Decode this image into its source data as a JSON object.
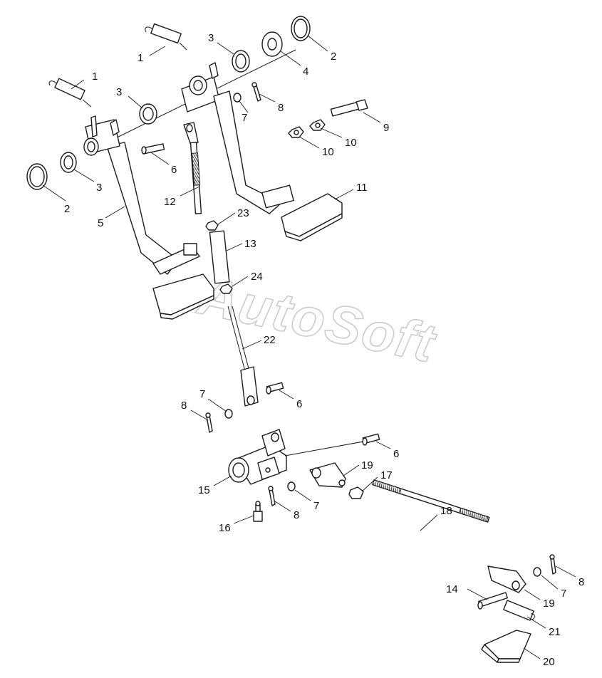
{
  "watermark": "AutoSoft",
  "callouts": [
    {
      "id": "c1a",
      "label": "1"
    },
    {
      "id": "c1b",
      "label": "1"
    },
    {
      "id": "c2a",
      "label": "2"
    },
    {
      "id": "c2b",
      "label": "2"
    },
    {
      "id": "c3a",
      "label": "3"
    },
    {
      "id": "c3b",
      "label": "3"
    },
    {
      "id": "c3c",
      "label": "3"
    },
    {
      "id": "c4",
      "label": "4"
    },
    {
      "id": "c5",
      "label": "5"
    },
    {
      "id": "c6a",
      "label": "6"
    },
    {
      "id": "c6b",
      "label": "6"
    },
    {
      "id": "c6c",
      "label": "6"
    },
    {
      "id": "c7a",
      "label": "7"
    },
    {
      "id": "c7b",
      "label": "7"
    },
    {
      "id": "c7c",
      "label": "7"
    },
    {
      "id": "c7d",
      "label": "7"
    },
    {
      "id": "c8a",
      "label": "8"
    },
    {
      "id": "c8b",
      "label": "8"
    },
    {
      "id": "c8c",
      "label": "8"
    },
    {
      "id": "c8d",
      "label": "8"
    },
    {
      "id": "c9",
      "label": "9"
    },
    {
      "id": "c10a",
      "label": "10"
    },
    {
      "id": "c10b",
      "label": "10"
    },
    {
      "id": "c11",
      "label": "11"
    },
    {
      "id": "c12",
      "label": "12"
    },
    {
      "id": "c13",
      "label": "13"
    },
    {
      "id": "c14",
      "label": "14"
    },
    {
      "id": "c15",
      "label": "15"
    },
    {
      "id": "c16",
      "label": "16"
    },
    {
      "id": "c17",
      "label": "17"
    },
    {
      "id": "c18",
      "label": "18"
    },
    {
      "id": "c19a",
      "label": "19"
    },
    {
      "id": "c19b",
      "label": "19"
    },
    {
      "id": "c20",
      "label": "20"
    },
    {
      "id": "c21",
      "label": "21"
    },
    {
      "id": "c22",
      "label": "22"
    },
    {
      "id": "c23",
      "label": "23"
    },
    {
      "id": "c24",
      "label": "24"
    }
  ]
}
